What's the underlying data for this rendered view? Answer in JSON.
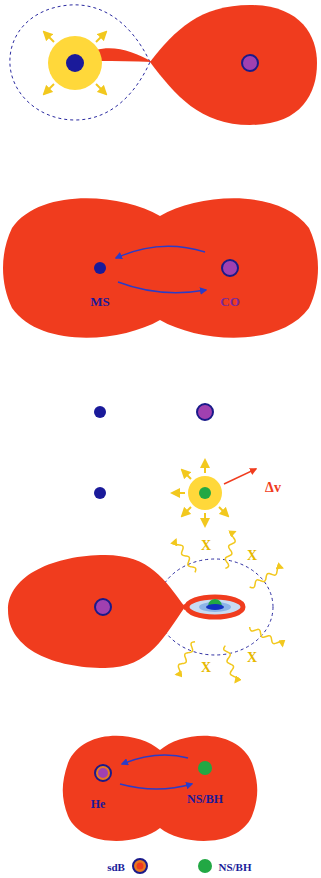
{
  "diagram": {
    "nodes": [
      {
        "text": [
          "MS",
          "CO"
        ]
      },
      {
        "text": [
          "He",
          "NS/BH"
        ]
      }
    ],
    "labels": [
      "Δv",
      "X",
      "X",
      "X",
      "X"
    ],
    "legend": [
      {
        "text": "sdB"
      },
      {
        "text": "NS/BH",
        "color": "#22a844"
      }
    ]
  }
}
